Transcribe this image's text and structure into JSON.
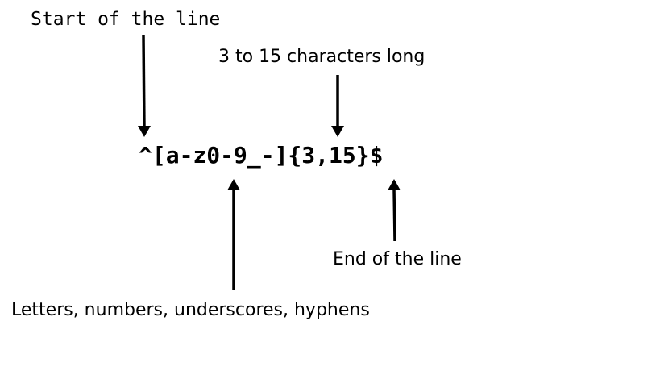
{
  "annotations": {
    "start_of_line": "Start of the line",
    "length": "3 to 15 characters long",
    "end_of_line": "End of the line",
    "allowed_chars": "Letters, numbers, underscores, hyphens"
  },
  "pattern": {
    "regex": "^[a-z0-9_-]{3,15}$"
  },
  "colors": {
    "ink": "#000000",
    "background": "#ffffff"
  }
}
